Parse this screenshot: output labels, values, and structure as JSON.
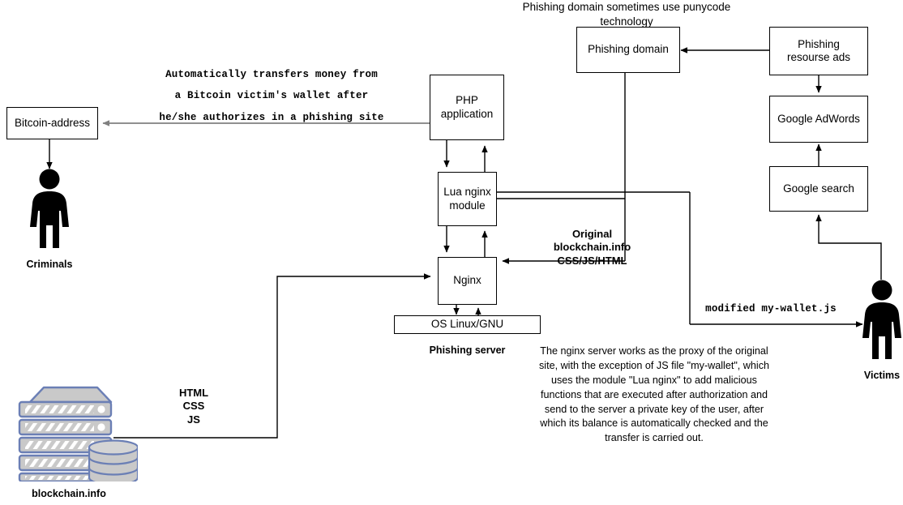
{
  "diagram": {
    "title_note": "Phishing domain sometimes use punycode technology",
    "boxes": {
      "bitcoin_address": "Bitcoin-address",
      "php_application": "PHP application",
      "lua_nginx_module": "Lua nginx module",
      "nginx": "Nginx",
      "os": "OS Linux/GNU",
      "phishing_domain": "Phishing domain",
      "phishing_resource_ads": "Phishing resourse ads",
      "google_adwords": "Google AdWords",
      "google_search": "Google search"
    },
    "captions": {
      "criminals": "Criminals",
      "victims": "Victims",
      "phishing_server": "Phishing server",
      "blockchain_info": "blockchain.info"
    },
    "edge_labels": {
      "money_transfer_l1": "Automatically transfers money from",
      "money_transfer_l2": "a Bitcoin victim's wallet after",
      "money_transfer_l3": "he/she authorizes in a phishing site",
      "original_assets_l1": "Original",
      "original_assets_l2": "blockchain.info",
      "original_assets_l3": "CSS/JS/HTML",
      "html_css_js_l1": "HTML",
      "html_css_js_l2": "CSS",
      "html_css_js_l3": "JS",
      "modified_wallet": "modified my-wallet.js"
    },
    "description": "The nginx server works as the proxy of the original site, with the exception of JS file \"my-wallet\", which uses the module \"Lua nginx\" to add malicious functions that are executed after authorization and send to the server a private key of the user, after which its balance is automatically checked and the transfer is carried out.",
    "colors": {
      "stroke": "#000000",
      "gray_arrow": "#808080",
      "server_body": "#c8c8c8",
      "server_outline": "#6b7fb5",
      "background": "#ffffff"
    }
  }
}
